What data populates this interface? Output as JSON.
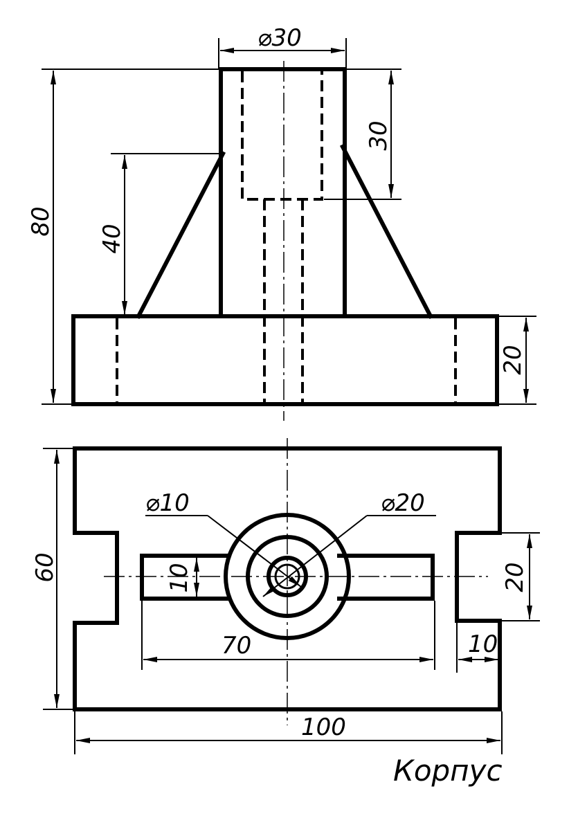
{
  "drawing": {
    "title": "Корпус",
    "front_view": {
      "dims": {
        "top_diameter": "⌀30",
        "bore_depth": "30",
        "overall_height": "80",
        "rib_height": "40",
        "base_height": "20"
      }
    },
    "top_view": {
      "dims": {
        "depth": "60",
        "small_hole": "⌀10",
        "large_circle": "⌀20",
        "slot_width": "10",
        "slot_length": "70",
        "notch_width": "20",
        "notch_depth": "10",
        "overall_length": "100"
      }
    }
  }
}
